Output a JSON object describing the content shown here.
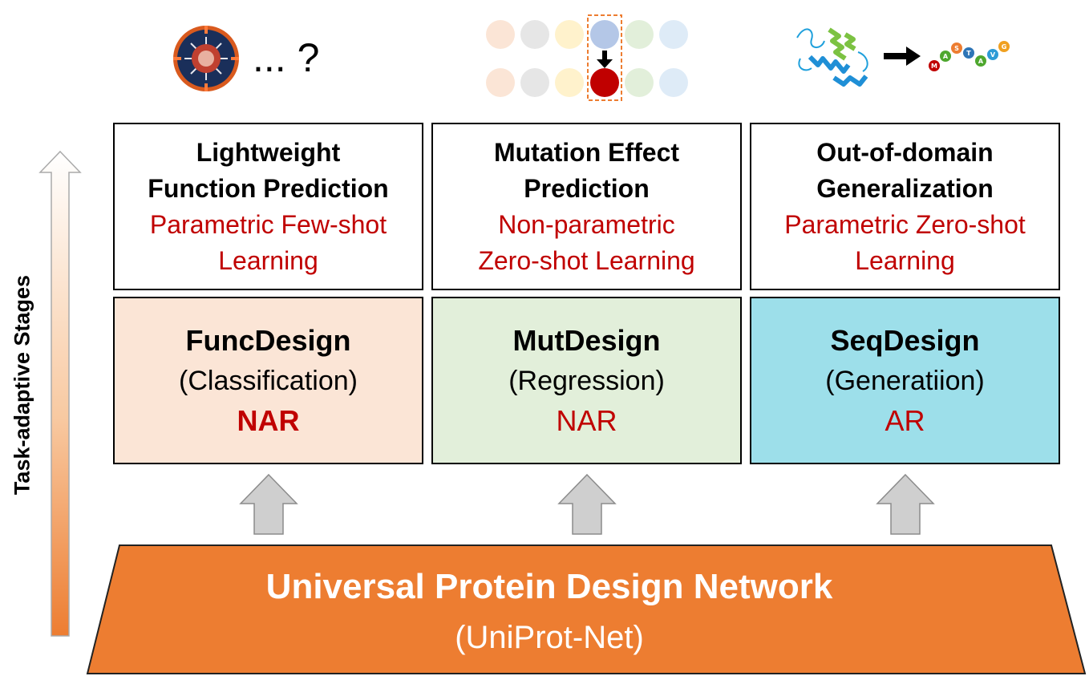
{
  "stage_axis_label": "Task-adaptive Stages",
  "teaser_dots": "... ?",
  "colors": {
    "accent_red": "#c00000",
    "func_fill": "#fbe5d6",
    "mut_fill": "#e2efda",
    "seq_fill": "#9ddfea",
    "base_fill": "#ed7d31",
    "up_arrow_fill": "#cfcfcf"
  },
  "tasks": [
    {
      "title_line1": "Lightweight",
      "title_line2": "Function Prediction",
      "method_line1": "Parametric Few-shot",
      "method_line2": "Learning"
    },
    {
      "title_line1": "Mutation Effect",
      "title_line2": "Prediction",
      "method_line1": "Non-parametric",
      "method_line2": "Zero-shot Learning"
    },
    {
      "title_line1": "Out-of-domain",
      "title_line2": "Generalization",
      "method_line1": "Parametric Zero-shot",
      "method_line2": "Learning"
    }
  ],
  "models": [
    {
      "name": "FuncDesign",
      "task": "(Classification)",
      "type": "NAR"
    },
    {
      "name": "MutDesign",
      "task": "(Regression)",
      "type": "NAR"
    },
    {
      "name": "SeqDesign",
      "task": "(Generatiion)",
      "type": "AR"
    }
  ],
  "base": {
    "title": "Universal Protein Design Network",
    "subtitle": "(UniProt-Net)"
  },
  "sequence_letters": [
    "M",
    "A",
    "S",
    "T",
    "A",
    "V",
    "G"
  ],
  "icons": [
    "virus-icon",
    "mutation-dots-icon",
    "protein-structure-icon",
    "right-arrow-icon",
    "amino-acid-sequence-icon"
  ]
}
